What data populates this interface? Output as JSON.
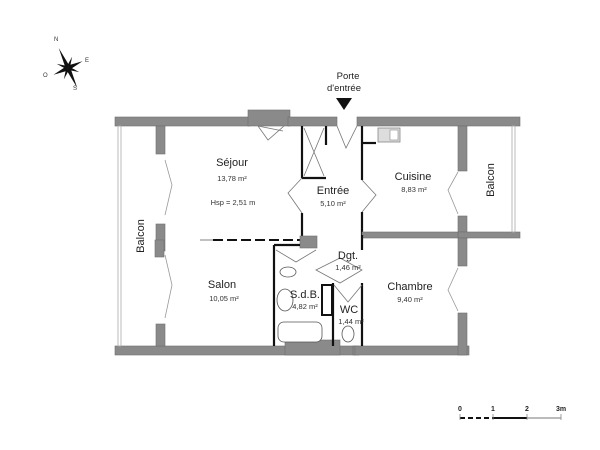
{
  "compass": {
    "n": "N",
    "e": "E",
    "s": "S",
    "o": "O"
  },
  "entrance": {
    "line1": "Porte",
    "line2": "d'entrée"
  },
  "rooms": [
    {
      "id": "sejour",
      "name": "Séjour",
      "area": "13,78 m²",
      "extra": "Hsp = 2,51 m"
    },
    {
      "id": "entree",
      "name": "Entrée",
      "area": "5,10 m²"
    },
    {
      "id": "cuisine",
      "name": "Cuisine",
      "area": "8,83 m²"
    },
    {
      "id": "balcon_left",
      "name": "Balcon"
    },
    {
      "id": "balcon_right",
      "name": "Balcon"
    },
    {
      "id": "salon",
      "name": "Salon",
      "area": "10,05 m²"
    },
    {
      "id": "dgt",
      "name": "Dgt.",
      "area": "1,46 m²"
    },
    {
      "id": "sdb",
      "name": "S.d.B.",
      "area": "4,82 m²"
    },
    {
      "id": "wc",
      "name": "WC",
      "area": "1,44 m²"
    },
    {
      "id": "chambre",
      "name": "Chambre",
      "area": "9,40 m²"
    }
  ],
  "scale": {
    "t0": "0",
    "t1": "1",
    "t2": "2",
    "t3": "3m"
  },
  "colors": {
    "wall": "#8a8a8a",
    "partition": "#111111",
    "background": "#ffffff"
  }
}
